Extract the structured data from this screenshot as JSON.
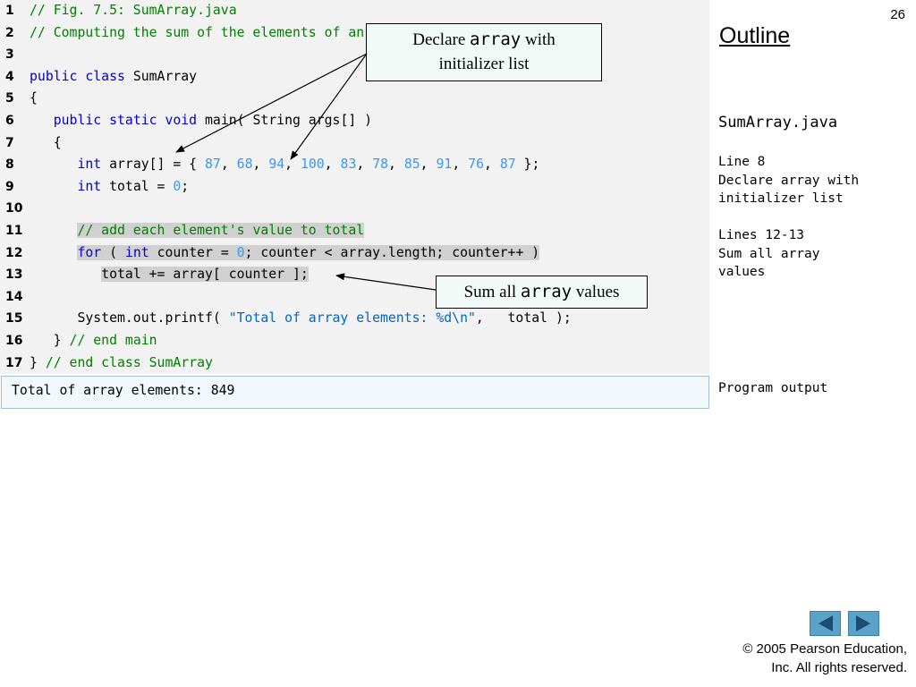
{
  "page_number": "26",
  "outline_label": "Outline",
  "code_lines": [
    {
      "num": "1",
      "segments": [
        {
          "t": "// Fig. 7.5: SumArray.java",
          "c": "cm"
        }
      ]
    },
    {
      "num": "2",
      "segments": [
        {
          "t": "// Computing the sum of the elements of an array.",
          "c": "cm"
        }
      ]
    },
    {
      "num": "3",
      "segments": []
    },
    {
      "num": "4",
      "segments": [
        {
          "t": "public class",
          "c": "kw"
        },
        {
          "t": " SumArray",
          "c": ""
        }
      ]
    },
    {
      "num": "5",
      "segments": [
        {
          "t": "{",
          "c": ""
        }
      ]
    },
    {
      "num": "6",
      "segments": [
        {
          "t": "   ",
          "c": ""
        },
        {
          "t": "public static void",
          "c": "kw"
        },
        {
          "t": " main( String args[] )",
          "c": ""
        }
      ]
    },
    {
      "num": "7",
      "segments": [
        {
          "t": "   {",
          "c": ""
        }
      ]
    },
    {
      "num": "8",
      "segments": [
        {
          "t": "      ",
          "c": ""
        },
        {
          "t": "int",
          "c": "kw"
        },
        {
          "t": " array[] = { ",
          "c": ""
        },
        {
          "t": "87",
          "c": "num"
        },
        {
          "t": ", ",
          "c": ""
        },
        {
          "t": "68",
          "c": "num"
        },
        {
          "t": ", ",
          "c": ""
        },
        {
          "t": "94",
          "c": "num"
        },
        {
          "t": ", ",
          "c": ""
        },
        {
          "t": "100",
          "c": "num"
        },
        {
          "t": ", ",
          "c": ""
        },
        {
          "t": "83",
          "c": "num"
        },
        {
          "t": ", ",
          "c": ""
        },
        {
          "t": "78",
          "c": "num"
        },
        {
          "t": ", ",
          "c": ""
        },
        {
          "t": "85",
          "c": "num"
        },
        {
          "t": ", ",
          "c": ""
        },
        {
          "t": "91",
          "c": "num"
        },
        {
          "t": ", ",
          "c": ""
        },
        {
          "t": "76",
          "c": "num"
        },
        {
          "t": ", ",
          "c": ""
        },
        {
          "t": "87",
          "c": "num"
        },
        {
          "t": " };",
          "c": ""
        }
      ]
    },
    {
      "num": "9",
      "segments": [
        {
          "t": "      ",
          "c": ""
        },
        {
          "t": "int",
          "c": "kw"
        },
        {
          "t": " total = ",
          "c": ""
        },
        {
          "t": "0",
          "c": "num"
        },
        {
          "t": ";",
          "c": ""
        }
      ]
    },
    {
      "num": "10",
      "segments": []
    },
    {
      "num": "11",
      "segments": [
        {
          "t": "      ",
          "c": ""
        },
        {
          "t": "// add each element's value to total",
          "c": "cm hl"
        }
      ]
    },
    {
      "num": "12",
      "segments": [
        {
          "t": "      ",
          "c": ""
        },
        {
          "t": "for",
          "c": "kw hl"
        },
        {
          "t": " ( ",
          "c": "hl"
        },
        {
          "t": "int",
          "c": "kw hl"
        },
        {
          "t": " counter = ",
          "c": "hl"
        },
        {
          "t": "0",
          "c": "num hl"
        },
        {
          "t": "; counter < array.length; counter++ )",
          "c": "hl"
        }
      ]
    },
    {
      "num": "13",
      "segments": [
        {
          "t": "         ",
          "c": ""
        },
        {
          "t": "total += array[ counter ];",
          "c": "hl"
        }
      ]
    },
    {
      "num": "14",
      "segments": []
    },
    {
      "num": "15",
      "segments": [
        {
          "t": "      System.out.printf( ",
          "c": ""
        },
        {
          "t": "\"Total of array elements: %d\\n\"",
          "c": "str"
        },
        {
          "t": ",   total );",
          "c": ""
        }
      ]
    },
    {
      "num": "16",
      "segments": [
        {
          "t": "   } ",
          "c": ""
        },
        {
          "t": "// end main",
          "c": "cm"
        }
      ]
    },
    {
      "num": "17",
      "segments": [
        {
          "t": "} ",
          "c": ""
        },
        {
          "t": "// end class SumArray",
          "c": "cm"
        }
      ]
    }
  ],
  "program_output": "Total of array elements: 849",
  "callout_declare": {
    "before": "Declare ",
    "mono": "array",
    "after": " with",
    "line2": "initializer list"
  },
  "callout_sum": {
    "before": "Sum all ",
    "mono": "array",
    "after": " values"
  },
  "sidebar": {
    "file_name": "SumArray.java",
    "note1": "Line 8\nDeclare array with\ninitializer list",
    "note2": "Lines 12-13\nSum all array\nvalues",
    "note3": "Program output"
  },
  "copyright_line1": "© 2005 Pearson Education,",
  "copyright_line2": "Inc.  All rights reserved.",
  "nav": {
    "prev_icon": "triangle-left-icon",
    "next_icon": "triangle-right-icon"
  },
  "colors": {
    "comment": "#008000",
    "keyword": "#0000cc",
    "number": "#3399ff",
    "string": "#0066cc",
    "nav_button": "#5aa2c9"
  }
}
